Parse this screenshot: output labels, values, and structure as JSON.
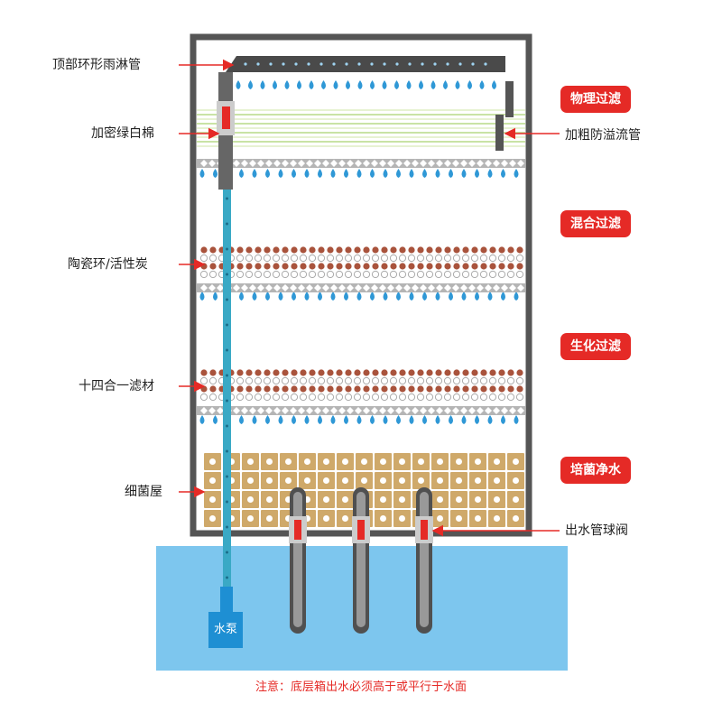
{
  "labels_left": [
    {
      "key": "spray",
      "text": "顶部环形雨淋管"
    },
    {
      "key": "cotton",
      "text": "加密绿白棉"
    },
    {
      "key": "ceramic",
      "text": "陶瓷环/活性炭"
    },
    {
      "key": "media",
      "text": "十四合一滤材"
    },
    {
      "key": "bacteria",
      "text": "细菌屋"
    }
  ],
  "labels_right": [
    {
      "key": "overflow",
      "text": "加粗防溢流管"
    },
    {
      "key": "valve",
      "text": "出水管球阀"
    }
  ],
  "stages": [
    {
      "key": "physical",
      "text": "物理过滤"
    },
    {
      "key": "mixed",
      "text": "混合过滤"
    },
    {
      "key": "bio",
      "text": "生化过滤"
    },
    {
      "key": "culture",
      "text": "培菌净水"
    }
  ],
  "pump": {
    "text": "水泵"
  },
  "note": "注意：底层箱出水必须高于或平行于水面",
  "colors": {
    "frame": "#555555",
    "water": "#7dc6ee",
    "drop": "#2f98d6",
    "badge": "#e52a26",
    "arrow": "#e52a26",
    "pump": "#1e8fd3",
    "pipe": "#888888",
    "bacteria_block": "#cfa96a"
  }
}
